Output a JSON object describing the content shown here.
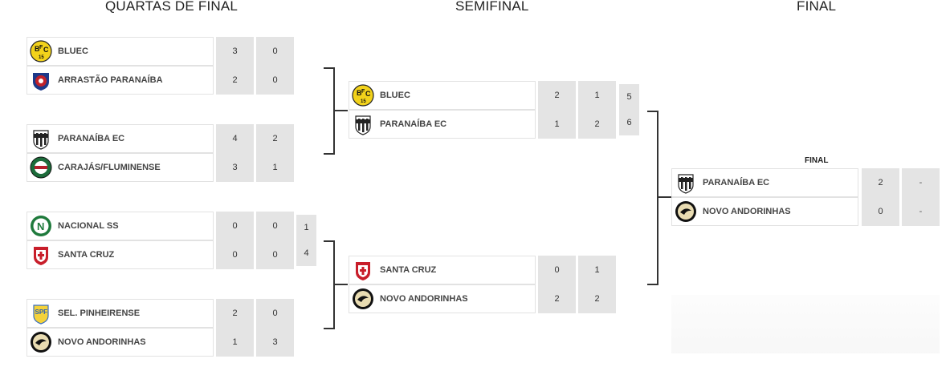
{
  "rounds": {
    "quarter": "QUARTAS DE FINAL",
    "semi": "SEMIFINAL",
    "final": "FINAL"
  },
  "final_box_label": "FINAL",
  "quarterfinals": [
    {
      "home": {
        "name": "BLUEC",
        "logo": "bluec-crest-icon",
        "s1": "3",
        "s2": "0"
      },
      "away": {
        "name": "ARRASTÃO PARANAÍBA",
        "logo": "arrastao-crest-icon",
        "s1": "2",
        "s2": "0"
      }
    },
    {
      "home": {
        "name": "PARANAÍBA EC",
        "logo": "paranaiba-crest-icon",
        "s1": "4",
        "s2": "2"
      },
      "away": {
        "name": "CARAJÁS/FLUMINENSE",
        "logo": "carajas-crest-icon",
        "s1": "3",
        "s2": "1"
      }
    },
    {
      "home": {
        "name": "NACIONAL SS",
        "logo": "nacional-crest-icon",
        "s1": "0",
        "s2": "0",
        "pen": "1"
      },
      "away": {
        "name": "SANTA CRUZ",
        "logo": "santacruz-crest-icon",
        "s1": "0",
        "s2": "0",
        "pen": "4"
      }
    },
    {
      "home": {
        "name": "SEL. PINHEIRENSE",
        "logo": "pinheirense-crest-icon",
        "s1": "2",
        "s2": "0"
      },
      "away": {
        "name": "NOVO ANDORINHAS",
        "logo": "andorinhas-crest-icon",
        "s1": "1",
        "s2": "3"
      }
    }
  ],
  "semifinals": [
    {
      "home": {
        "name": "BLUEC",
        "logo": "bluec-crest-icon",
        "s1": "2",
        "s2": "1",
        "pen": "5"
      },
      "away": {
        "name": "PARANAÍBA EC",
        "logo": "paranaiba-crest-icon",
        "s1": "1",
        "s2": "2",
        "pen": "6"
      }
    },
    {
      "home": {
        "name": "SANTA CRUZ",
        "logo": "santacruz-crest-icon",
        "s1": "0",
        "s2": "1"
      },
      "away": {
        "name": "NOVO ANDORINHAS",
        "logo": "andorinhas-crest-icon",
        "s1": "2",
        "s2": "2"
      }
    }
  ],
  "final": {
    "home": {
      "name": "PARANAÍBA EC",
      "logo": "paranaiba-crest-icon",
      "s1": "2",
      "s2": "-"
    },
    "away": {
      "name": "NOVO ANDORINHAS",
      "logo": "andorinhas-crest-icon",
      "s1": "0",
      "s2": "-"
    }
  }
}
